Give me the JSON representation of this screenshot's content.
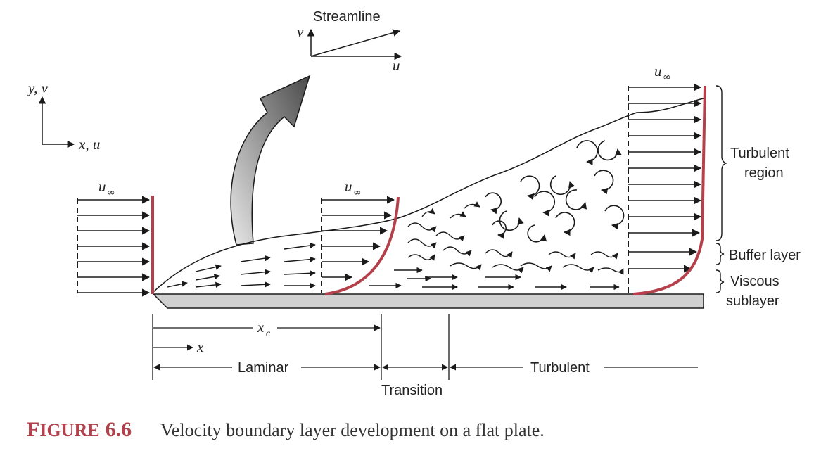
{
  "figure": {
    "streamline_label": "Streamline",
    "v_label": "v",
    "u_label": "u",
    "yv_label": "y, v",
    "xu_label": "x,  u",
    "u_inf_symbol": "u",
    "infinity_symbol": "∞",
    "turbulent_region_label_line1": "Turbulent",
    "turbulent_region_label_line2": "region",
    "buffer_layer_label": "Buffer layer",
    "viscous_sublayer_label_line1": "Viscous",
    "viscous_sublayer_label_line2": "sublayer",
    "xc_label": "x",
    "xc_sub": "c",
    "x_label": "x",
    "laminar_label": "Laminar",
    "transition_label": "Transition",
    "turbulent_label": "Turbulent"
  },
  "caption": {
    "figure_word_first": "F",
    "figure_word_rest": "IGURE",
    "figure_number": "6.6",
    "text": "Velocity boundary layer development on a flat plate."
  },
  "colors": {
    "profile": "#b3404a",
    "plate": "#d0d0d0",
    "caption_accent": "#b3404a",
    "line": "#1a1a1a"
  }
}
